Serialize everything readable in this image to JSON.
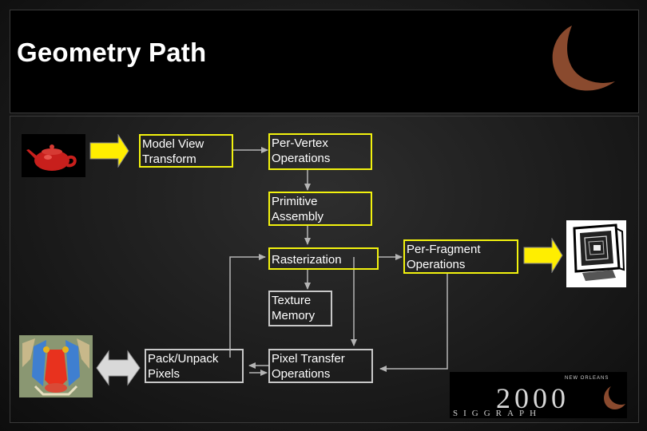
{
  "title": "Geometry Path",
  "boxes": {
    "model_view": [
      "Model View",
      "Transform"
    ],
    "per_vertex": [
      "Per-Vertex",
      "Operations"
    ],
    "primitive": [
      "Primitive",
      "Assembly"
    ],
    "rasterization": [
      "Rasterization"
    ],
    "per_fragment": [
      "Per-Fragment",
      "Operations"
    ],
    "texture_memory": [
      "Texture",
      "Memory"
    ],
    "pack_unpack": [
      "Pack/Unpack",
      "Pixels"
    ],
    "pixel_transfer": [
      "Pixel Transfer",
      "Operations"
    ]
  },
  "logo": {
    "year": "2000",
    "name": "SIGGRAPH",
    "city": "NEW ORLEANS"
  },
  "colors": {
    "pipeline_border": "#f2f20e",
    "pixel_border": "#c8c8c8",
    "arrow_fill": "#ffee00",
    "moon": "#8a4a2e"
  },
  "icons": [
    "teapot-icon",
    "monitor-icon",
    "mandrill-image",
    "moon-icon"
  ]
}
